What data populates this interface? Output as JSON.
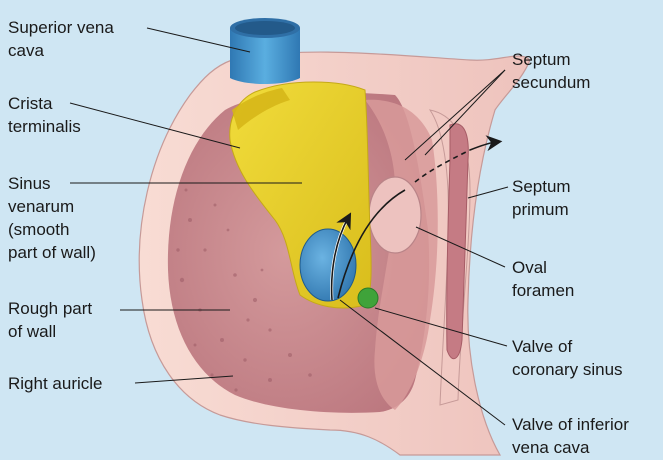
{
  "labels": {
    "superior_vena_cava": [
      "Superior vena",
      "cava"
    ],
    "crista_terminalis": [
      "Crista",
      "terminalis"
    ],
    "sinus_venarum": [
      "Sinus",
      "venarum",
      "(smooth",
      "part of wall)"
    ],
    "rough_part": [
      "Rough part",
      "of wall"
    ],
    "right_auricle": [
      "Right auricle"
    ],
    "septum_secundum": [
      "Septum",
      "secundum"
    ],
    "septum_primum": [
      "Septum",
      "primum"
    ],
    "oval_foramen": [
      "Oval",
      "foramen"
    ],
    "valve_coronary_sinus": [
      "Valve of",
      "coronary sinus"
    ],
    "valve_inferior_vena_cava": [
      "Valve of inferior",
      "vena cava"
    ]
  },
  "colors": {
    "background": "#cfe6f3",
    "outer_wall": "#f6d6cf",
    "inner_wall": "#c98a8f",
    "sinus_venarum": "#e9cf2a",
    "vena_cava": "#3f8fc8",
    "coronary_sinus": "#3fa33a",
    "arrow": "#1a1a1a"
  }
}
